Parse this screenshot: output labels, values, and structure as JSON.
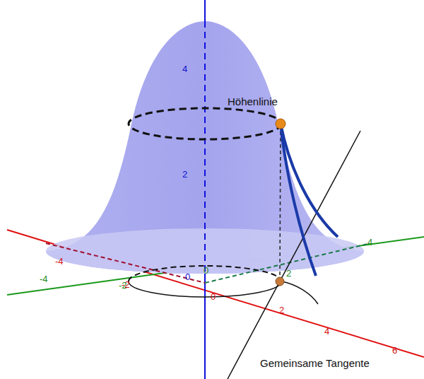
{
  "diagram": {
    "labels": [
      "Höhenlinie",
      "Gemeinsame Tangente",
      "4",
      "2",
      "0",
      "-4",
      "-2",
      "0",
      "2",
      "4",
      "6",
      "-4",
      "-2",
      "0",
      "2",
      "4"
    ]
  }
}
